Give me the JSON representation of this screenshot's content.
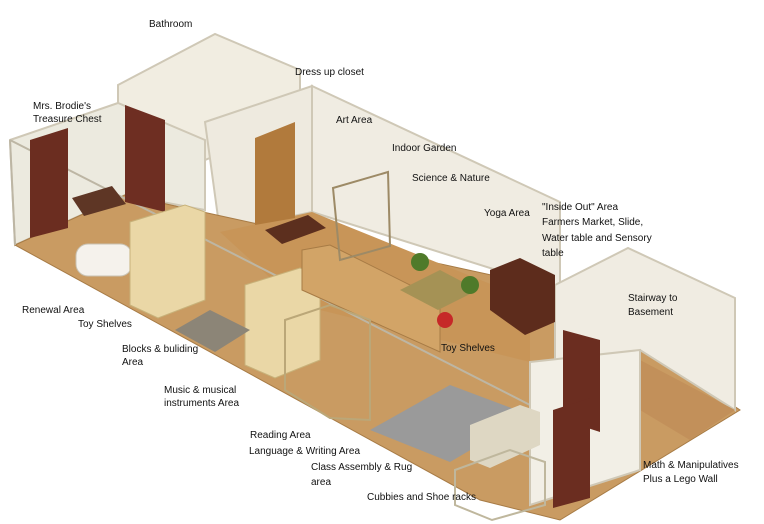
{
  "labels": {
    "bathroom": "Bathroom",
    "dress_up_closet": "Dress up closet",
    "treasure_chest_1": "Mrs. Brodie's",
    "treasure_chest_2": "Treasure Chest",
    "art_area": "Art Area",
    "indoor_garden": "Indoor Garden",
    "science_nature": "Science & Nature",
    "yoga_area": "Yoga Area",
    "inside_out_1": "\"Inside Out\" Area",
    "inside_out_2": "Farmers Market, Slide,",
    "inside_out_3": "Water table and Sensory",
    "inside_out_4": "table",
    "stairway_1": "Stairway to",
    "stairway_2": "Basement",
    "renewal_area": "Renewal Area",
    "toy_shelves_left": "Toy Shelves",
    "blocks_1": "Blocks & buliding",
    "blocks_2": "Area",
    "toy_shelves_right": "Toy Shelves",
    "music_1": "Music & musical",
    "music_2": "instruments Area",
    "reading_area": "Reading Area",
    "language_writing": "Language & Writing Area",
    "class_assembly_1": "Class Assembly & Rug",
    "class_assembly_2": "area",
    "cubbies": "Cubbies and Shoe racks",
    "math_1": "Math & Manipulatives",
    "math_2": "Plus a Lego Wall"
  }
}
